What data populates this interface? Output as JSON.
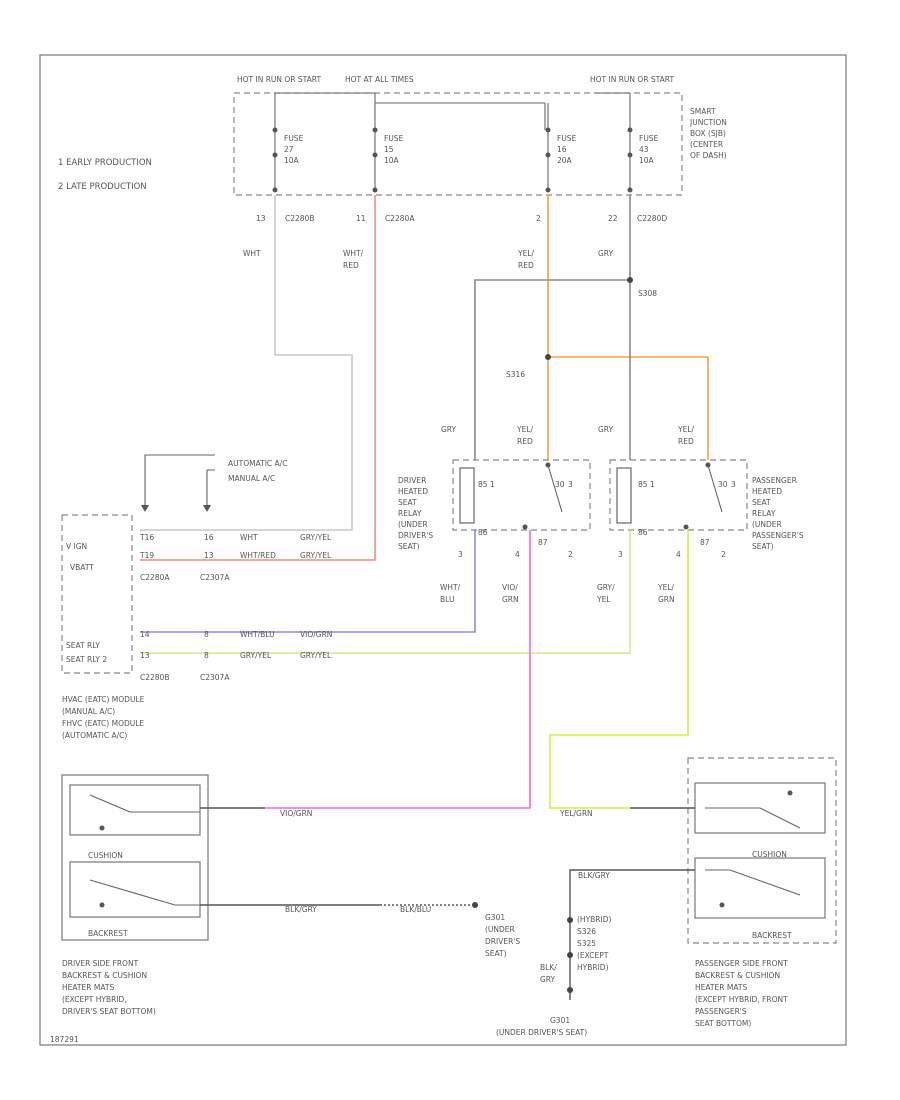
{
  "colors": {
    "wht": "#c8c8c8",
    "wht_red": "#f08a8a",
    "yel_red": "#f5a040",
    "gry": "#8a8a8a",
    "wht_blu": "#8a8aee",
    "vio_grn": "#ee66ee",
    "yel_grn": "#d0f040",
    "gry_yel": "#e0e090",
    "outline": "#707070"
  },
  "top": {
    "hot1": "HOT IN RUN OR START",
    "hot2": "HOT AT ALL TIMES",
    "hot3": "HOT IN RUN OR START",
    "fuse1": [
      "FUSE",
      "27",
      "10A"
    ],
    "fuse2": [
      "FUSE",
      "15",
      "10A"
    ],
    "fuse3": [
      "FUSE",
      "16",
      "20A"
    ],
    "fuse4": [
      "FUSE",
      "43",
      "10A"
    ],
    "sjb": [
      "SMART",
      "JUNCTION",
      "BOX (SJB)",
      "(CENTER",
      "OF DASH)"
    ],
    "pin1": "13",
    "con1": "C2280B",
    "pin2": "11",
    "con2": "C2280A",
    "pin3": "2",
    "pin4": "22",
    "con4": "C2280D"
  },
  "legend": {
    "l1": "1  EARLY PRODUCTION",
    "l2": "2  LATE PRODUCTION"
  },
  "wires": {
    "wht": "WHT",
    "wht_red": [
      "WHT/",
      "RED"
    ],
    "yel_red": [
      "YEL/",
      "RED"
    ],
    "gry": "GRY",
    "s308": "S308",
    "s316": "S316",
    "gry_l": "GRY",
    "yel_red_l": [
      "YEL/",
      "RED"
    ],
    "gry_r": "GRY",
    "yel_red_r": [
      "YEL/",
      "RED"
    ]
  },
  "hvac": {
    "auto": "AUTOMATIC A/C",
    "manual": "MANUAL A/C",
    "pin_a1": "T16",
    "pin_a2": "16",
    "w_a": "WHT",
    "w_a2": "GRY/YEL",
    "pin_b1": "T19",
    "pin_b2": "13",
    "w_b": "WHT/RED",
    "w_b2": "GRY/YEL",
    "vign": "V IGN",
    "vbatt": "VBATT",
    "conA": "C2280A",
    "conB": "C2307A",
    "seatrly1": "SEAT RLY",
    "seatrly2": "SEAT RLY 2",
    "pin_c1": "14",
    "pin_c2": "8",
    "w_c": "WHT/BLU",
    "w_c2": "VIO/GRN",
    "pin_d1": "13",
    "pin_d2": "8",
    "w_d": "GRY/YEL",
    "w_d2": "GRY/YEL",
    "conC": "C2280B",
    "conD": "C2307A",
    "title": [
      "HVAC (EATC) MODULE",
      "(MANUAL A/C)",
      "FHVC (EATC) MODULE",
      "(AUTOMATIC A/C)"
    ]
  },
  "relays": {
    "driver": [
      "DRIVER",
      "HEATED",
      "SEAT",
      "RELAY",
      "(UNDER",
      "DRIVER'S",
      "SEAT)"
    ],
    "passenger": [
      "PASSENGER",
      "HEATED",
      "SEAT",
      "RELAY",
      "(UNDER",
      "PASSENGER'S",
      "SEAT)"
    ],
    "dpins": [
      "3",
      "4",
      "2"
    ],
    "ppins": [
      "3",
      "4",
      "2"
    ],
    "d_w1": [
      "WHT/",
      "BLU"
    ],
    "d_w2": [
      "VIO/",
      "GRN"
    ],
    "p_w1": [
      "GRY/",
      "YEL"
    ],
    "p_w2": [
      "YEL/",
      "GRN"
    ]
  },
  "mats": {
    "cushion": "CUSHION",
    "backrest": "BACKREST",
    "d_vio": "VIO/GRN",
    "d_blk": "BLK/GRY",
    "d_blu": "BLK/BLU",
    "p_yel": "YEL/GRN",
    "p_blk": "BLK/GRY",
    "driver_title": [
      "DRIVER SIDE FRONT",
      "BACKREST & CUSHION",
      "HEATER MATS",
      "(EXCEPT HYBRID,",
      "DRIVER'S SEAT BOTTOM)"
    ],
    "pass_title": [
      "PASSENGER SIDE FRONT",
      "BACKREST & CUSHION",
      "HEATER MATS",
      "(EXCEPT HYBRID, FRONT",
      "PASSENGER'S",
      "SEAT BOTTOM)"
    ]
  },
  "ground": {
    "g1": [
      "G301",
      "(UNDER",
      "DRIVER'S",
      "SEAT)"
    ],
    "hyb": [
      "(HYBRID)",
      "S326",
      "S325",
      "(EXCEPT",
      "HYBRID)"
    ],
    "blk": [
      "BLK/",
      "GRY"
    ],
    "g2": [
      "G301",
      "(UNDER DRIVER'S SEAT)"
    ]
  },
  "footer": "187291"
}
